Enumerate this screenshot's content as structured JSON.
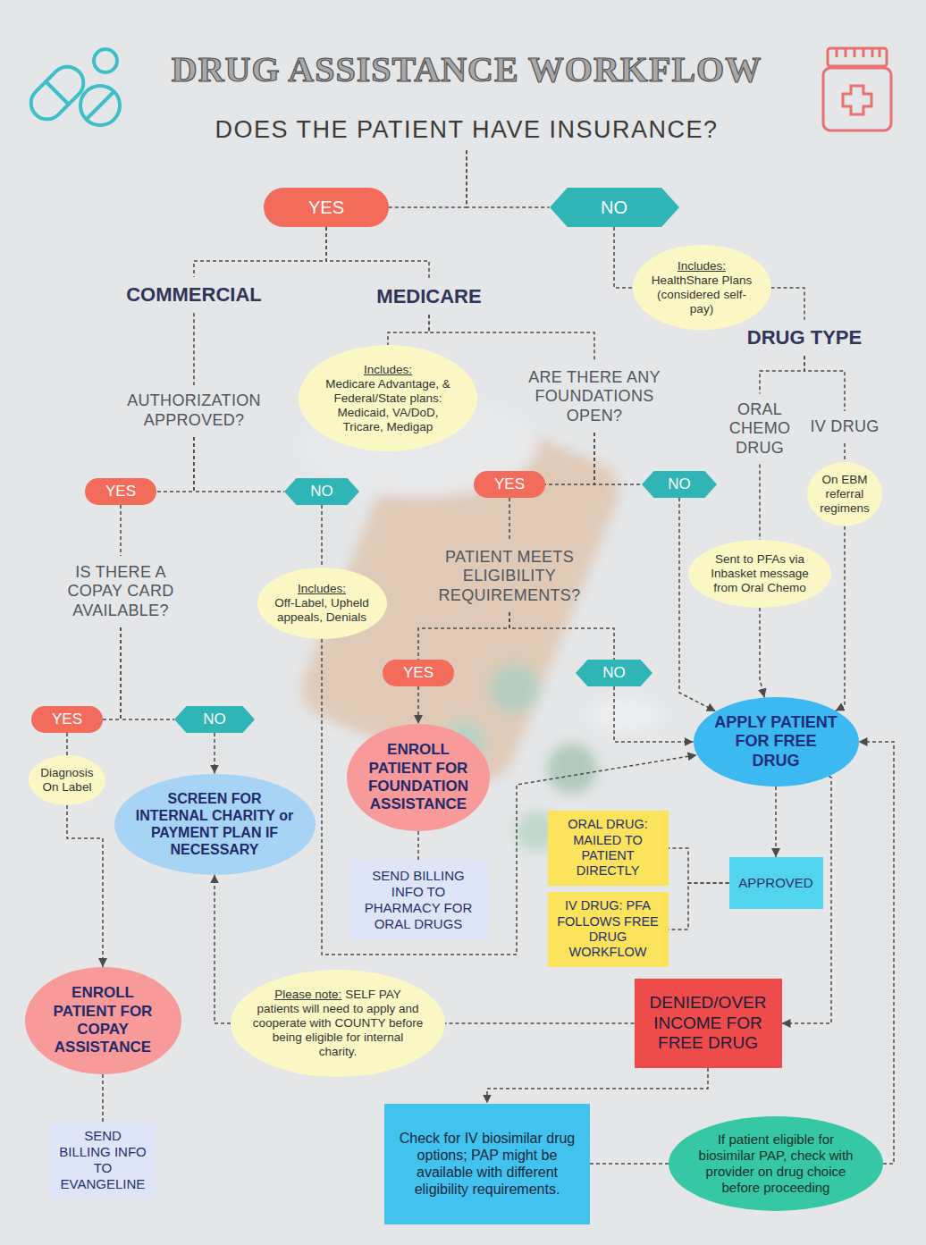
{
  "diagram": {
    "title": "DRUG ASSISTANCE WORKFLOW",
    "nodes": [
      {
        "text": [
          "DOES THE PATIENT HAVE INSURANCE?"
        ]
      },
      {
        "text": [
          "YES"
        ]
      },
      {
        "text": [
          "NO"
        ]
      },
      {
        "text": [
          "COMMERCIAL"
        ]
      },
      {
        "text": [
          "MEDICARE"
        ]
      },
      {
        "text": [
          "Includes:",
          "HealthShare Plans (considered self-pay)"
        ]
      },
      {
        "text": [
          "DRUG TYPE"
        ]
      },
      {
        "text": [
          "Includes:",
          "Medicare Advantage, & Federal/State plans: Medicaid, VA/DoD, Tricare, Medigap"
        ]
      },
      {
        "text": [
          "AUTHORIZATION APPROVED?"
        ]
      },
      {
        "text": [
          "ARE THERE ANY FOUNDATIONS OPEN?"
        ]
      },
      {
        "text": [
          "ORAL CHEMO DRUG"
        ]
      },
      {
        "text": [
          "IV DRUG"
        ]
      },
      {
        "text": [
          "YES"
        ]
      },
      {
        "text": [
          "NO"
        ]
      },
      {
        "text": [
          "YES"
        ]
      },
      {
        "text": [
          "NO"
        ]
      },
      {
        "text": [
          "On EBM referral regimens"
        ]
      },
      {
        "text": [
          "IS THERE A COPAY CARD AVAILABLE?"
        ]
      },
      {
        "text": [
          "Includes:",
          "Off-Label, Upheld appeals, Denials"
        ]
      },
      {
        "text": [
          "PATIENT MEETS ELIGIBILITY REQUIREMENTS?"
        ]
      },
      {
        "text": [
          "Sent to PFAs via Inbasket message from Oral Chemo"
        ]
      },
      {
        "text": [
          "YES"
        ]
      },
      {
        "text": [
          "NO"
        ]
      },
      {
        "text": [
          "YES"
        ]
      },
      {
        "text": [
          "NO"
        ]
      },
      {
        "text": [
          "APPLY PATIENT FOR FREE DRUG"
        ]
      },
      {
        "text": [
          "Diagnosis On Label"
        ]
      },
      {
        "text": [
          "ENROLL PATIENT FOR FOUNDATION ASSISTANCE"
        ]
      },
      {
        "text": [
          "SCREEN FOR INTERNAL CHARITY or PAYMENT PLAN IF NECESSARY"
        ]
      },
      {
        "text": [
          "ORAL DRUG: MAILED TO PATIENT DIRECTLY"
        ]
      },
      {
        "text": [
          "APPROVED"
        ]
      },
      {
        "text": [
          "SEND BILLING INFO TO PHARMACY FOR ORAL DRUGS"
        ]
      },
      {
        "text": [
          "IV DRUG: PFA FOLLOWS FREE DRUG WORKFLOW"
        ]
      },
      {
        "text": [
          "ENROLL PATIENT FOR COPAY ASSISTANCE"
        ]
      },
      {
        "text": [
          "Please note:",
          "SELF PAY patients will need to apply and cooperate with COUNTY before being eligible for internal charity."
        ]
      },
      {
        "text": [
          "DENIED/OVER INCOME FOR FREE DRUG"
        ]
      },
      {
        "text": [
          "SEND BILLING INFO TO EVANGELINE"
        ]
      },
      {
        "text": [
          "Check for IV biosimilar drug options; PAP might be available with different eligibility requirements."
        ]
      },
      {
        "text": [
          "If patient eligible for biosimilar PAP, check with provider on drug choice before proceeding"
        ]
      }
    ],
    "edges": [
      {
        "from": 0,
        "to": 1,
        "arrow": "none"
      },
      {
        "from": 0,
        "to": 2,
        "arrow": "none"
      },
      {
        "from": 1,
        "to": 3,
        "arrow": "none"
      },
      {
        "from": 1,
        "to": 4,
        "arrow": "none"
      },
      {
        "from": 2,
        "to": 5,
        "arrow": "none"
      },
      {
        "from": 5,
        "to": 6,
        "arrow": "none"
      },
      {
        "from": 4,
        "to": 7,
        "arrow": "none"
      },
      {
        "from": 4,
        "to": 9,
        "arrow": "none"
      },
      {
        "from": 3,
        "to": 8,
        "arrow": "none"
      },
      {
        "from": 8,
        "to": 12,
        "arrow": "none"
      },
      {
        "from": 8,
        "to": 13,
        "arrow": "none"
      },
      {
        "from": 6,
        "to": 10,
        "arrow": "none"
      },
      {
        "from": 6,
        "to": 11,
        "arrow": "none"
      },
      {
        "from": 9,
        "to": 14,
        "arrow": "none"
      },
      {
        "from": 9,
        "to": 15,
        "arrow": "none"
      },
      {
        "from": 11,
        "to": 16,
        "arrow": "none"
      },
      {
        "from": 16,
        "to": 25,
        "arrow": "to"
      },
      {
        "from": 10,
        "to": 20,
        "arrow": "none"
      },
      {
        "from": 20,
        "to": 25,
        "arrow": "to"
      },
      {
        "from": 12,
        "to": 17,
        "arrow": "none"
      },
      {
        "from": 13,
        "to": 18,
        "arrow": "none"
      },
      {
        "from": 18,
        "to": 25,
        "arrow": "to"
      },
      {
        "from": 15,
        "to": 25,
        "arrow": "to"
      },
      {
        "from": 14,
        "to": 19,
        "arrow": "none"
      },
      {
        "from": 19,
        "to": 21,
        "arrow": "none"
      },
      {
        "from": 19,
        "to": 22,
        "arrow": "none"
      },
      {
        "from": 21,
        "to": 27,
        "arrow": "to"
      },
      {
        "from": 22,
        "to": 25,
        "arrow": "to"
      },
      {
        "from": 27,
        "to": 31,
        "arrow": "none"
      },
      {
        "from": 17,
        "to": 23,
        "arrow": "none"
      },
      {
        "from": 17,
        "to": 24,
        "arrow": "none"
      },
      {
        "from": 24,
        "to": 28,
        "arrow": "to"
      },
      {
        "from": 23,
        "to": 26,
        "arrow": "none"
      },
      {
        "from": 26,
        "to": 33,
        "arrow": "to"
      },
      {
        "from": 33,
        "to": 36,
        "arrow": "none"
      },
      {
        "from": 25,
        "to": 30,
        "arrow": "to"
      },
      {
        "from": 30,
        "to": 29,
        "arrow": "none"
      },
      {
        "from": 30,
        "to": 32,
        "arrow": "none"
      },
      {
        "from": 25,
        "to": 35,
        "arrow": "to"
      },
      {
        "from": 35,
        "to": 34,
        "arrow": "none"
      },
      {
        "from": 34,
        "to": 28,
        "arrow": "to"
      },
      {
        "from": 35,
        "to": 37,
        "arrow": "to"
      },
      {
        "from": 37,
        "to": 38,
        "arrow": "none"
      },
      {
        "from": 38,
        "to": 25,
        "arrow": "to"
      }
    ]
  }
}
